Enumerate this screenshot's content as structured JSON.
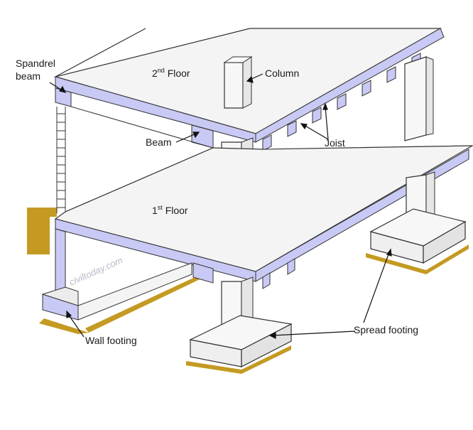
{
  "labels": {
    "spandrel_line1": "Spandrel",
    "spandrel_line2": "beam",
    "second_floor_num": "2",
    "second_floor_sup": "nd",
    "second_floor_word": " Floor",
    "column": "Column",
    "beam": "Beam",
    "joist": "Joist",
    "first_floor_num": "1",
    "first_floor_sup": "st",
    "first_floor_word": " Floor",
    "wall_footing": "Wall footing",
    "spread_footing": "Spread footing"
  },
  "watermark": "civiltoday.com",
  "colors": {
    "beam_fill": "#c9c9f5",
    "slab_fill": "#f4f4f4",
    "outline": "#333333",
    "ground": "#c49a22",
    "column_fill": "#f7f7f7"
  }
}
